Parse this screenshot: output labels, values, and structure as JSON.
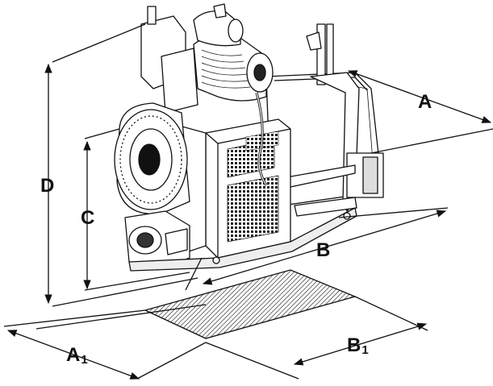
{
  "labels": {
    "a": "A",
    "b": "B",
    "c": "C",
    "d": "D",
    "a1_main": "A",
    "a1_sub": "1",
    "b1_main": "B",
    "b1_sub": "1"
  },
  "colors": {
    "line": "#111111",
    "background": "#ffffff",
    "hatch": "#333333"
  }
}
